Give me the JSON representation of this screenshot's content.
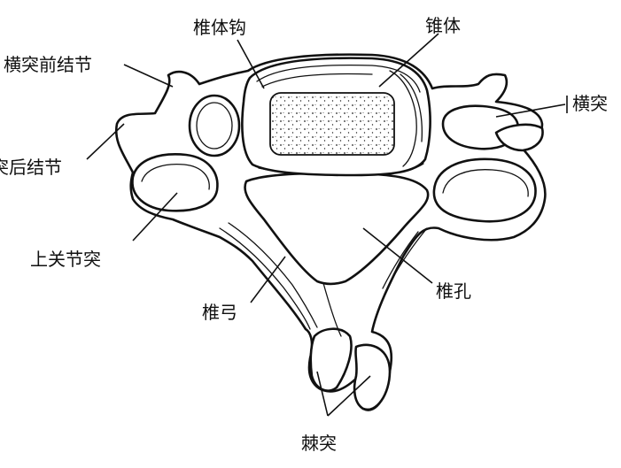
{
  "labels": {
    "uncinate": "椎体钩",
    "body": "锥体",
    "anterior_tubercle": "横突前结节",
    "transverse_process": "横突",
    "posterior_tubercle": "突后结节",
    "superior_articular": "上关节突",
    "lamina": "椎弓",
    "foramen": "椎孔",
    "spinous": "棘突"
  }
}
